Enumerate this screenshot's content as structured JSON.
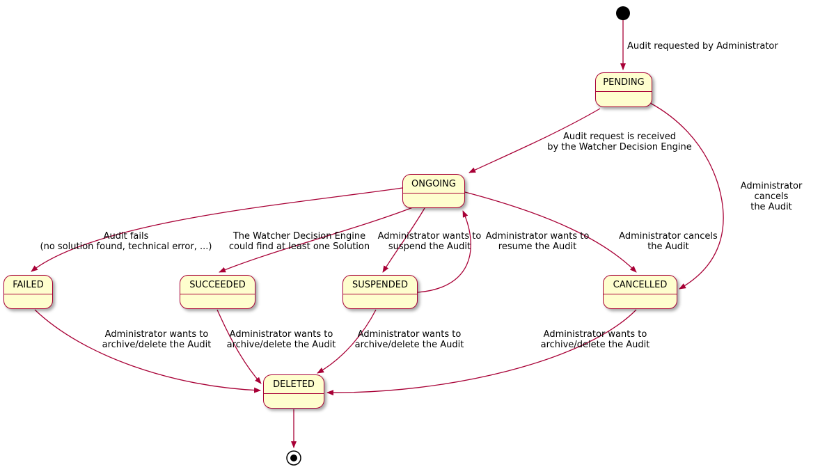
{
  "diagram": {
    "type": "state-machine",
    "states": {
      "pending": {
        "label": "PENDING"
      },
      "ongoing": {
        "label": "ONGOING"
      },
      "failed": {
        "label": "FAILED"
      },
      "succeeded": {
        "label": "SUCCEEDED"
      },
      "suspended": {
        "label": "SUSPENDED"
      },
      "cancelled": {
        "label": "CANCELLED"
      },
      "deleted": {
        "label": "DELETED"
      }
    },
    "edges": {
      "start_to_pending": {
        "label": "Audit requested by Administrator"
      },
      "pending_to_ongoing": {
        "label": "Audit request is received\nby the Watcher Decision Engine"
      },
      "pending_to_cancelled": {
        "label": "Administrator cancels\nthe Audit"
      },
      "ongoing_to_failed": {
        "label": "Audit fails\n(no solution found, technical error, ...)"
      },
      "ongoing_to_succeeded": {
        "label": "The Watcher Decision Engine\ncould find at least one Solution"
      },
      "ongoing_to_suspended": {
        "label": "Administrator wants to\nsuspend the Audit"
      },
      "suspended_to_ongoing": {
        "label": "Administrator wants to\nresume the Audit"
      },
      "ongoing_to_cancelled": {
        "label": "Administrator cancels\nthe Audit"
      },
      "failed_to_deleted": {
        "label": "Administrator wants to\narchive/delete the Audit"
      },
      "succeeded_to_deleted": {
        "label": "Administrator wants to\narchive/delete the Audit"
      },
      "suspended_to_deleted": {
        "label": "Administrator wants to\narchive/delete the Audit"
      },
      "cancelled_to_deleted": {
        "label": "Administrator wants to\narchive/delete the Audit"
      }
    },
    "colors": {
      "state_fill": "#FEFECE",
      "state_border": "#A80036",
      "arrow": "#A80036",
      "text": "#000000",
      "background": "#FFFFFF"
    }
  }
}
